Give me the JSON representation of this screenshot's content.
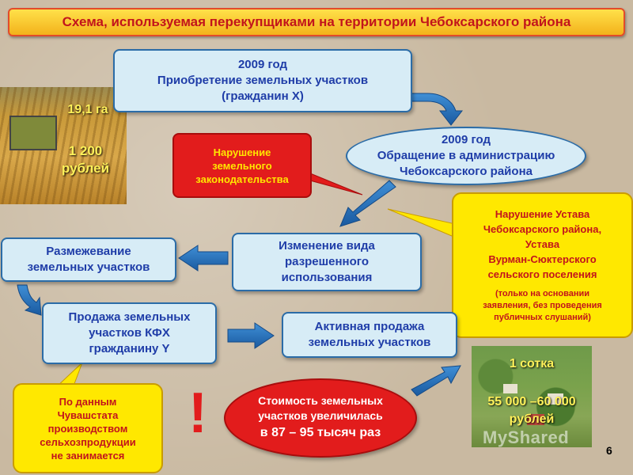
{
  "title": "Схема, используемая перекупщиками на территории Чебоксарского района",
  "box_acquire": {
    "lines": [
      "2009 год",
      "Приобретение земельных участков",
      "(гражданин Х)"
    ]
  },
  "ellipse_appeal": {
    "lines": [
      "2009 год",
      "Обращение в администрацию",
      "Чебоксарского района"
    ]
  },
  "callout_violation_law": {
    "lines": [
      "Нарушение",
      "земельного",
      "законодательства"
    ]
  },
  "callout_violation_charter": {
    "lines": [
      "Нарушение Устава",
      "Чебоксарского района,",
      "Устава",
      "Вурман-Сюктерского",
      "сельского поселения"
    ],
    "note": [
      "(только на основании",
      "заявления, без проведения",
      "публичных слушаний)"
    ]
  },
  "box_change_use": {
    "lines": [
      "Изменение вида",
      "разрешенного",
      "использования"
    ]
  },
  "box_survey": {
    "lines": [
      "Размежевание",
      "земельных участков"
    ]
  },
  "box_sale_kfh": {
    "lines": [
      "Продажа земельных",
      "участков  КФХ",
      "гражданину Y"
    ]
  },
  "box_active_sale": {
    "lines": [
      "Активная продажа",
      "земельных участков"
    ]
  },
  "callout_chuvashstat": {
    "lines": [
      "По данным",
      "Чувашстата",
      "производством",
      "сельхозпродукции",
      "не занимается"
    ]
  },
  "oval_cost": {
    "lines": [
      "Стоимость земельных",
      "участков увеличилась"
    ],
    "emph": "в 87 – 95 тысяч раз"
  },
  "exclaim": "!",
  "photo_field": {
    "area": "19,1 га",
    "price_line1": "1 200",
    "price_line2": "рублей"
  },
  "photo_village": {
    "unit": "1 сотка",
    "price_line1": "55 000 –60 000",
    "price_line2": "рублей"
  },
  "watermark": "MyShared",
  "page_number": "6",
  "colors": {
    "accent_blue": "#2b6ca7",
    "red": "#e21c1c",
    "yellow": "#ffe800",
    "box_fill": "#d7ecf6"
  }
}
